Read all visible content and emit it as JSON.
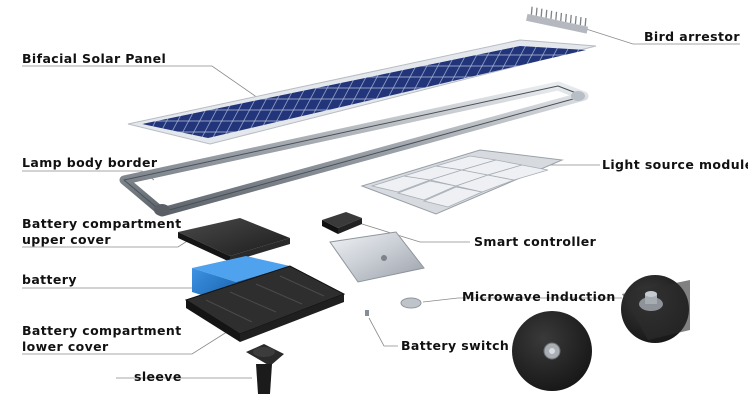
{
  "labels": {
    "bifacial_solar_panel": "Bifacial Solar Panel",
    "bird_arrestor": "Bird arrestor",
    "lamp_body_border": "Lamp body border",
    "light_source_module": "Light source module",
    "battery_compartment_upper_cover": [
      "Battery compartment",
      "upper cover"
    ],
    "smart_controller": "Smart controller",
    "battery": "battery",
    "microwave_induction": "Microwave induction",
    "battery_compartment_lower_cover": [
      "Battery compartment",
      "lower cover"
    ],
    "battery_switch": "Battery switch",
    "sleeve": "sleeve"
  },
  "colors": {
    "label_text": "#111111",
    "leader_line": "#8a8a8a",
    "solar_cell": "#1e2f6e",
    "battery": "#1f74c9",
    "housing": "#2b2b2b",
    "metal": "#c9cdd3"
  }
}
